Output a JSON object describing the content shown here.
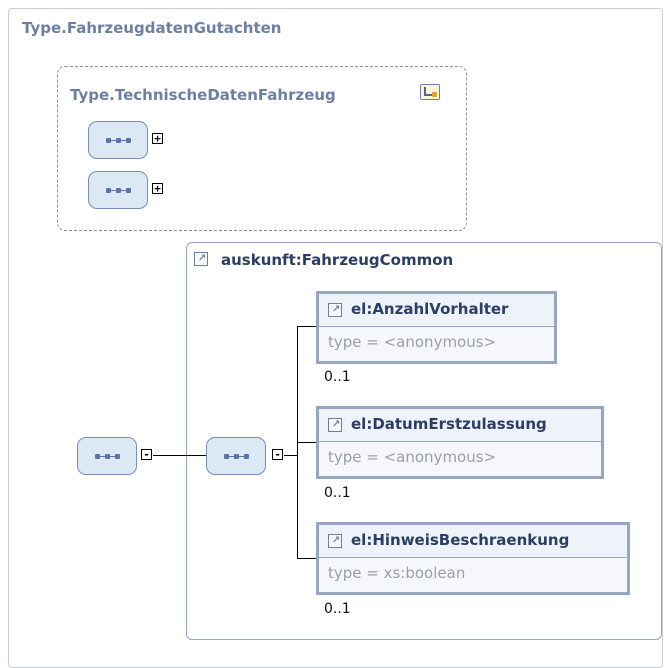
{
  "outer": {
    "title": "Type.FahrzeugdatenGutachten"
  },
  "technische": {
    "title": "Type.TechnischeDatenFahrzeug",
    "icon": "complex-type-icon"
  },
  "common": {
    "title": "auskunft:FahrzeugCommon",
    "icon": "reference-arrow-icon"
  },
  "elements": [
    {
      "name": "el:AnzahlVorhalter",
      "type": "type = <anonymous>",
      "occurrence": "0..1"
    },
    {
      "name": "el:DatumErstzulassung",
      "type": "type = <anonymous>",
      "occurrence": "0..1"
    },
    {
      "name": "el:HinweisBeschraenkung",
      "type": "type = xs:boolean",
      "occurrence": "0..1"
    }
  ],
  "toggles": {
    "expand": "+",
    "collapse": "-"
  }
}
